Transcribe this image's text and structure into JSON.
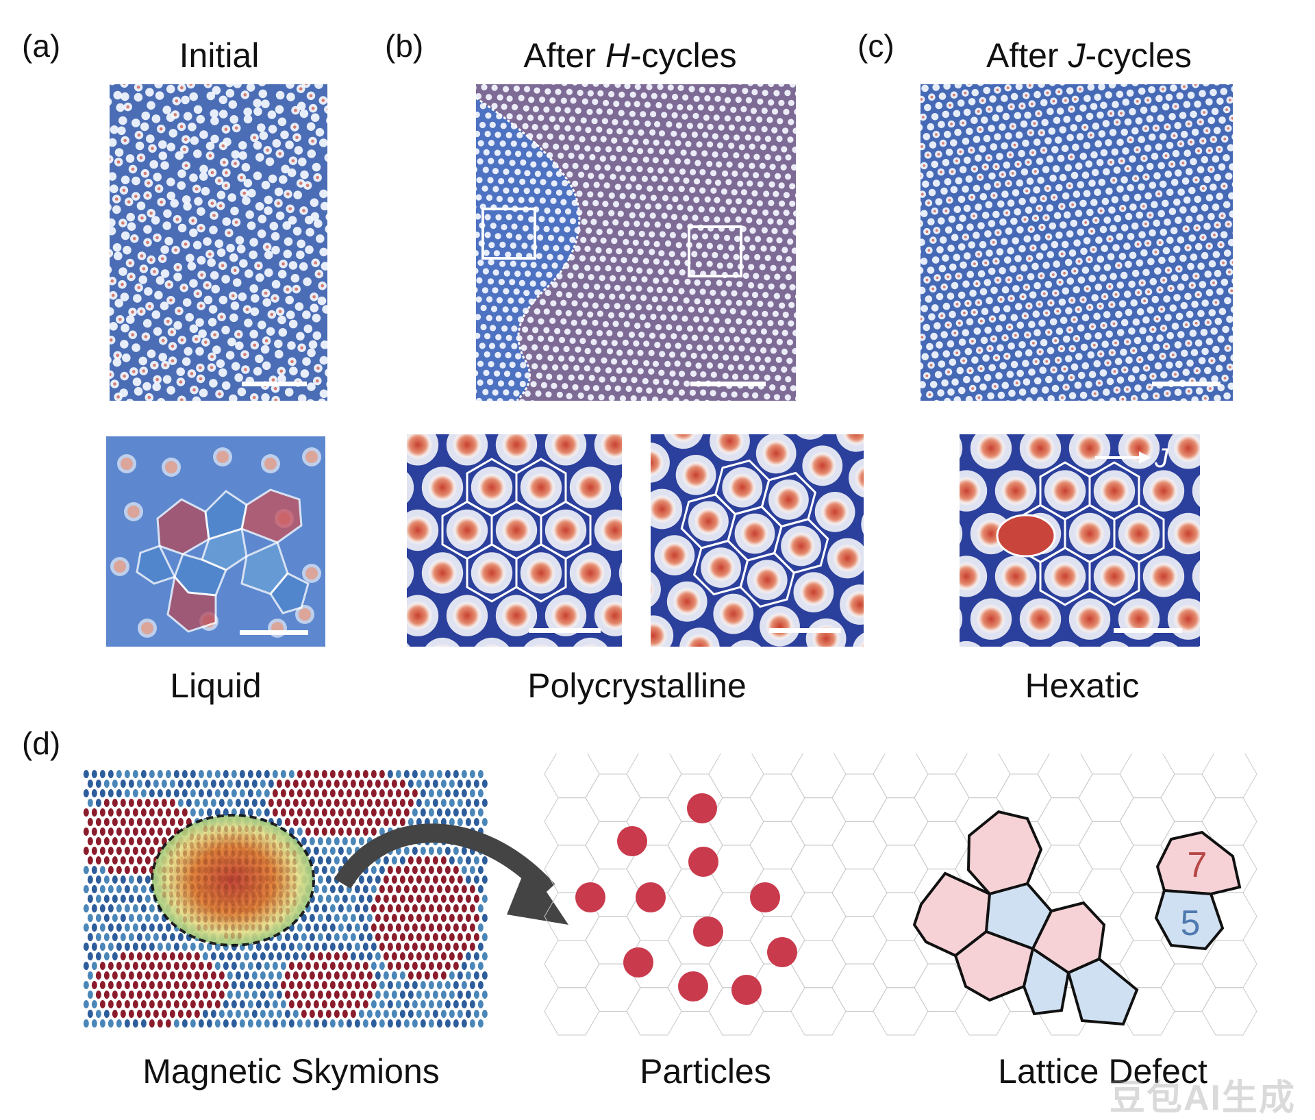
{
  "panels": {
    "a": {
      "label": "(a)",
      "title": "Initial",
      "caption": "Liquid"
    },
    "b": {
      "label": "(b)",
      "title_prefix": "After ",
      "title_italic": "H",
      "title_suffix": "-cycles",
      "caption": "Polycrystalline"
    },
    "c": {
      "label": "(c)",
      "title_prefix": "After ",
      "title_italic": "J",
      "title_suffix": "-cycles",
      "caption": "Hexatic",
      "current_label": "J"
    },
    "d": {
      "label": "(d)",
      "captions": {
        "skyrmions": "Magnetic Skymions",
        "particles": "Particles",
        "defect": "Lattice Defect"
      },
      "defect_numbers": {
        "seven": "7",
        "five": "5"
      }
    }
  },
  "watermark": "豆包AI生成",
  "colors": {
    "lattice_blue": "#3f63b4",
    "skyrmion_core": "#d2584a",
    "particle_red": "#c93a4c",
    "heptagon_fill": "#f6d2d6",
    "pentagon_fill": "#cfe0f2"
  }
}
